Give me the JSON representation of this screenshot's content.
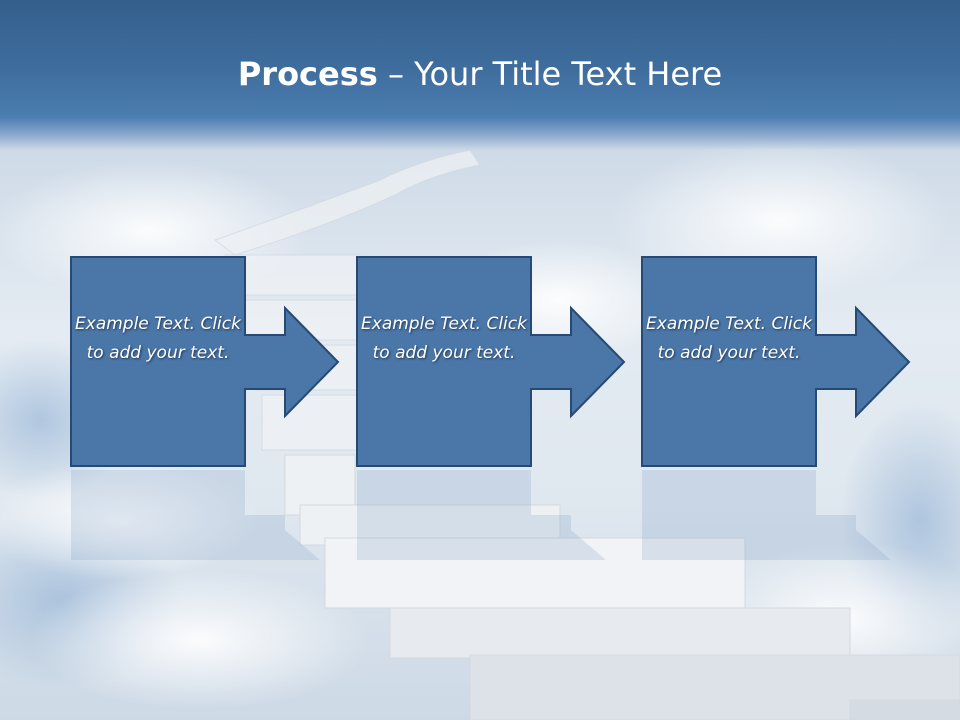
{
  "title": {
    "bold": "Process",
    "rest": " – Your Title Text Here"
  },
  "steps": [
    {
      "text": "Example Text. Click  to add your text."
    },
    {
      "text": "Example Text. Click  to add your text."
    },
    {
      "text": "Example Text. Click  to add your text."
    }
  ],
  "colors": {
    "title_band": "#3e6d9d",
    "box_fill": "#4a76a8",
    "box_border": "#264a73",
    "title_text": "#ffffff"
  }
}
